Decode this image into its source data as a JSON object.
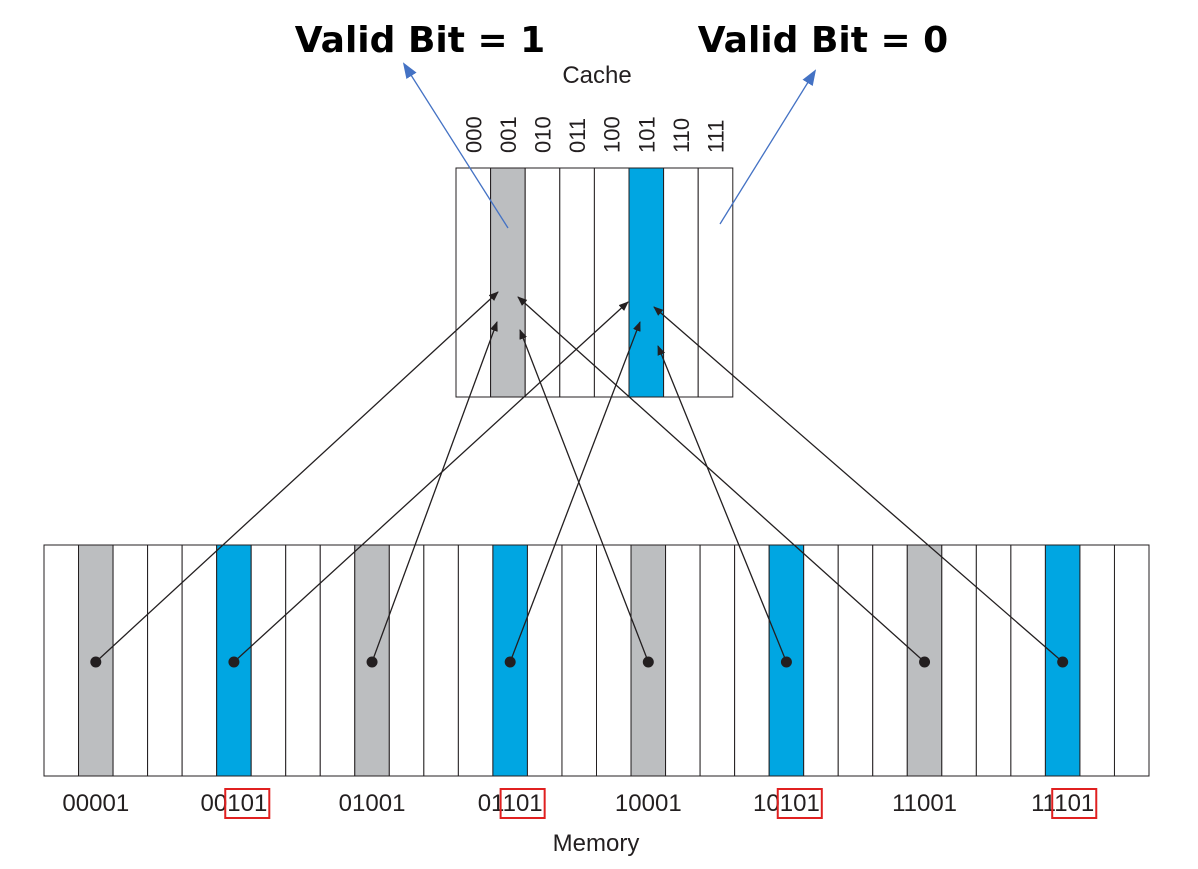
{
  "annotations": {
    "valid_bit_1": "Valid Bit = 1",
    "valid_bit_0": "Valid Bit = 0"
  },
  "cache": {
    "label": "Cache",
    "indices": [
      "000",
      "001",
      "010",
      "011",
      "100",
      "101",
      "110",
      "111"
    ],
    "highlighted": [
      {
        "index": "001",
        "color": "#bcbec0"
      },
      {
        "index": "101",
        "color": "#00a6e2"
      }
    ]
  },
  "memory": {
    "label": "Memory",
    "addresses": [
      {
        "prefix": "00001",
        "boxed": ""
      },
      {
        "prefix": "00",
        "boxed": "101"
      },
      {
        "prefix": "01001",
        "boxed": ""
      },
      {
        "prefix": "01",
        "boxed": "101"
      },
      {
        "prefix": "10001",
        "boxed": ""
      },
      {
        "prefix": "10",
        "boxed": "101"
      },
      {
        "prefix": "11001",
        "boxed": ""
      },
      {
        "prefix": "11",
        "boxed": "101"
      }
    ]
  },
  "colors": {
    "gray_block": "#bcbec0",
    "blue_block": "#00a6e2",
    "outline": "#231f20",
    "annotation_arrow": "#4472c4",
    "index_box": "#e02020"
  }
}
